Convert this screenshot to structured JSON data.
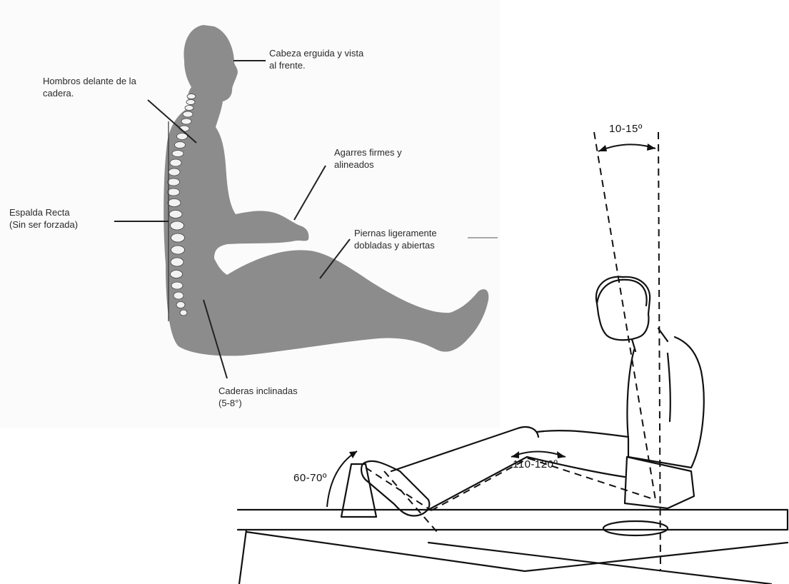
{
  "labels": {
    "head": "Cabeza erguida y vista\nal frente.",
    "shoulders": "Hombros delante de la\ncadera.",
    "grips": "Agarres firmes y\nalineados",
    "back": "Espalda Recta\n(Sin ser forzada)",
    "legs": "Piernas ligeramente\ndobladas y abiertas",
    "hips": "Caderas inclinadas\n(5-8°)"
  },
  "angles": {
    "trunk": "10-15º",
    "knee": "110-120º",
    "foot": "60-70º"
  }
}
